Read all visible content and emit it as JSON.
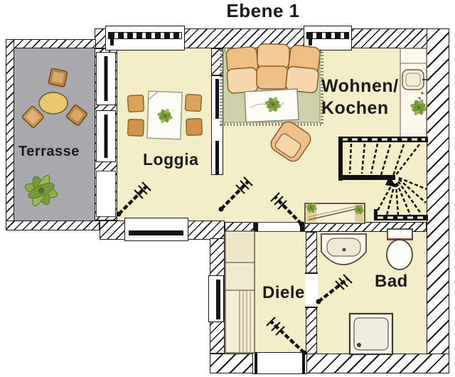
{
  "title": "Ebene 1",
  "rooms": {
    "terrasse": {
      "label": "Terrasse"
    },
    "loggia": {
      "label": "Loggia"
    },
    "wohnen_kochen": {
      "label_line1": "Wohnen/",
      "label_line2": "Kochen"
    },
    "diele": {
      "label": "Diele"
    },
    "bad": {
      "label": "Bad"
    }
  },
  "furniture": {
    "terrasse": [
      "round-table",
      "chair",
      "chair",
      "chair",
      "potted-plant"
    ],
    "loggia": [
      "dining-table",
      "chair",
      "chair",
      "chair",
      "chair"
    ],
    "wohnen_kochen": [
      "sofa",
      "rug",
      "coffee-table",
      "armchair",
      "kitchen-counter",
      "kitchen-sink",
      "plant",
      "sideboard",
      "winder-staircase"
    ],
    "diele": [
      "wardrobe"
    ],
    "bad": [
      "washbasin",
      "toilet",
      "shower"
    ]
  },
  "colors": {
    "background": "#ffffff",
    "floor_yellow": "#f3eec8",
    "terrace_gray": "#a9a9ad",
    "wall_line": "#1a1a1a",
    "rug_green": "#cdd0a8",
    "furniture_tan": "#e2a967",
    "plant_green": "#8fae46",
    "text": "#1b1b1b"
  }
}
